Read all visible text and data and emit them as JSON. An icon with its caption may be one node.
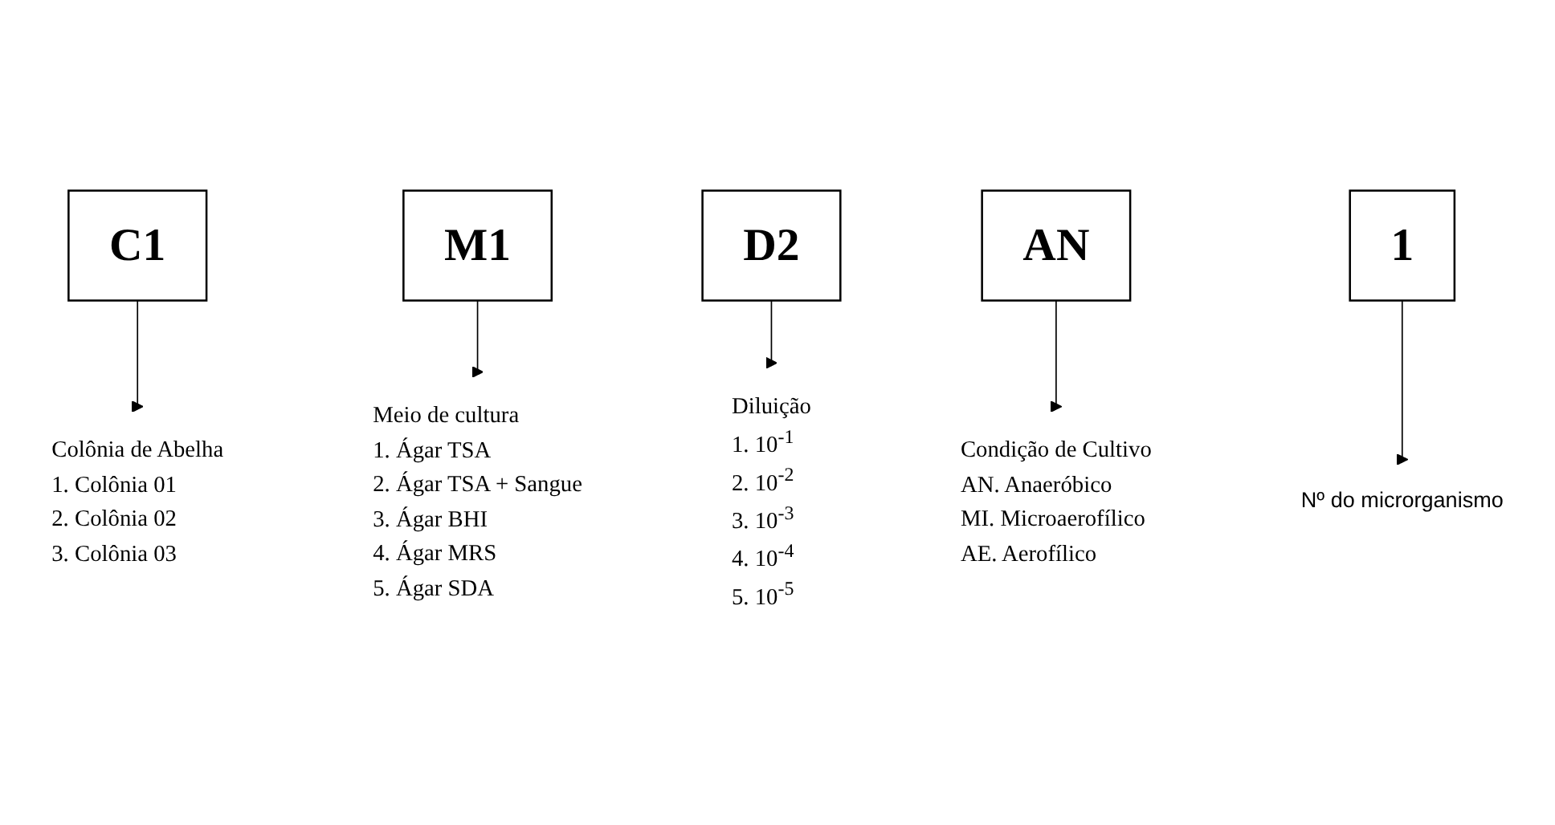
{
  "diagram": {
    "nodes": [
      {
        "text": [
          "Colônia de Abelha",
          "1. Colônia 01",
          "2. Colônia 02",
          "3. Colônia 03"
        ]
      },
      {
        "text": [
          "Meio de cultura",
          "1. Ágar TSA",
          "2. Ágar TSA + Sangue",
          "3. Ágar BHI",
          "4. Ágar MRS",
          "5. Ágar SDA"
        ]
      },
      {
        "text": [
          "C1"
        ]
      },
      {
        "text": [
          "M1"
        ]
      },
      {
        "text": [
          "D2"
        ]
      },
      {
        "text": [
          "AN"
        ]
      },
      {
        "text": [
          "1"
        ]
      },
      {
        "text": [
          "Nº do microrganismo"
        ]
      },
      {
        "text": [
          "Diluição",
          "1. 10$^{-1}$",
          "2. 10$^{-2}$",
          "3. 10$^{-3}$",
          "4. 10$^{-4}$",
          "5. 10$^{-5}$"
        ]
      },
      {
        "text": [
          "Condição de Cultivo",
          "AN. Anaeróbico",
          "MI. Microaerofílico",
          "AE. Aerofílico"
        ]
      }
    ],
    "edges": [
      {
        "from": 2,
        "to": 0,
        "arrow": "to"
      },
      {
        "from": 3,
        "to": 1,
        "arrow": "to"
      },
      {
        "from": 4,
        "to": 8,
        "arrow": "to"
      },
      {
        "from": 5,
        "to": 9,
        "arrow": "to"
      },
      {
        "from": 6,
        "to": 7,
        "arrow": "to"
      }
    ]
  }
}
